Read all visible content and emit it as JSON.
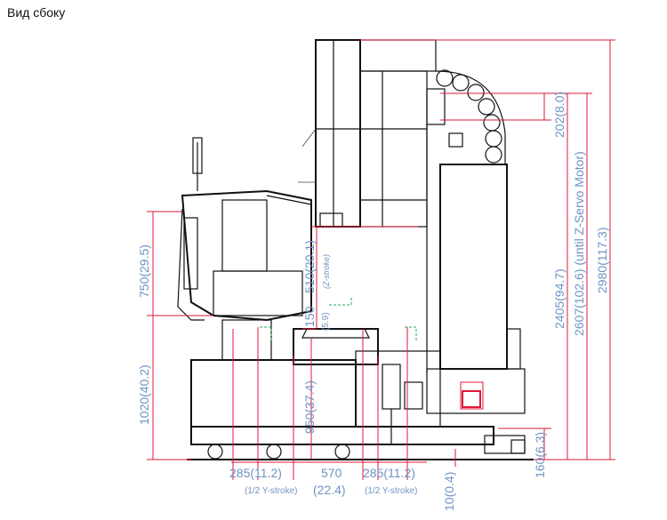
{
  "title": "Вид сбоку",
  "dims": {
    "d750": "750(29.5)",
    "d1020": "1020(40.2)",
    "d510": "510(20.1)",
    "d510_note": "(Z-stroke)",
    "d150": "150",
    "d59": "(5.9)",
    "d950": "950(37.4)",
    "d2405": "2405(94.7)",
    "d2607": "2607(102.6) (until Z-Servo Motor)",
    "d2980": "2980(117.3)",
    "d202": "202(8.0)",
    "d160": "160(6.3)",
    "d10": "10(0.4)",
    "d285a": "285(11.2)",
    "d285a_note": "(1/2 Y-stroke)",
    "d570": "570",
    "d570b": "(22.4)",
    "d285b": "285(11.2)",
    "d285b_note": "(1/2 Y-stroke)"
  },
  "colors": {
    "dimension": "#6f93c2",
    "extension": "#e2173a",
    "machine": "#111111",
    "reference": "#22a85a"
  }
}
